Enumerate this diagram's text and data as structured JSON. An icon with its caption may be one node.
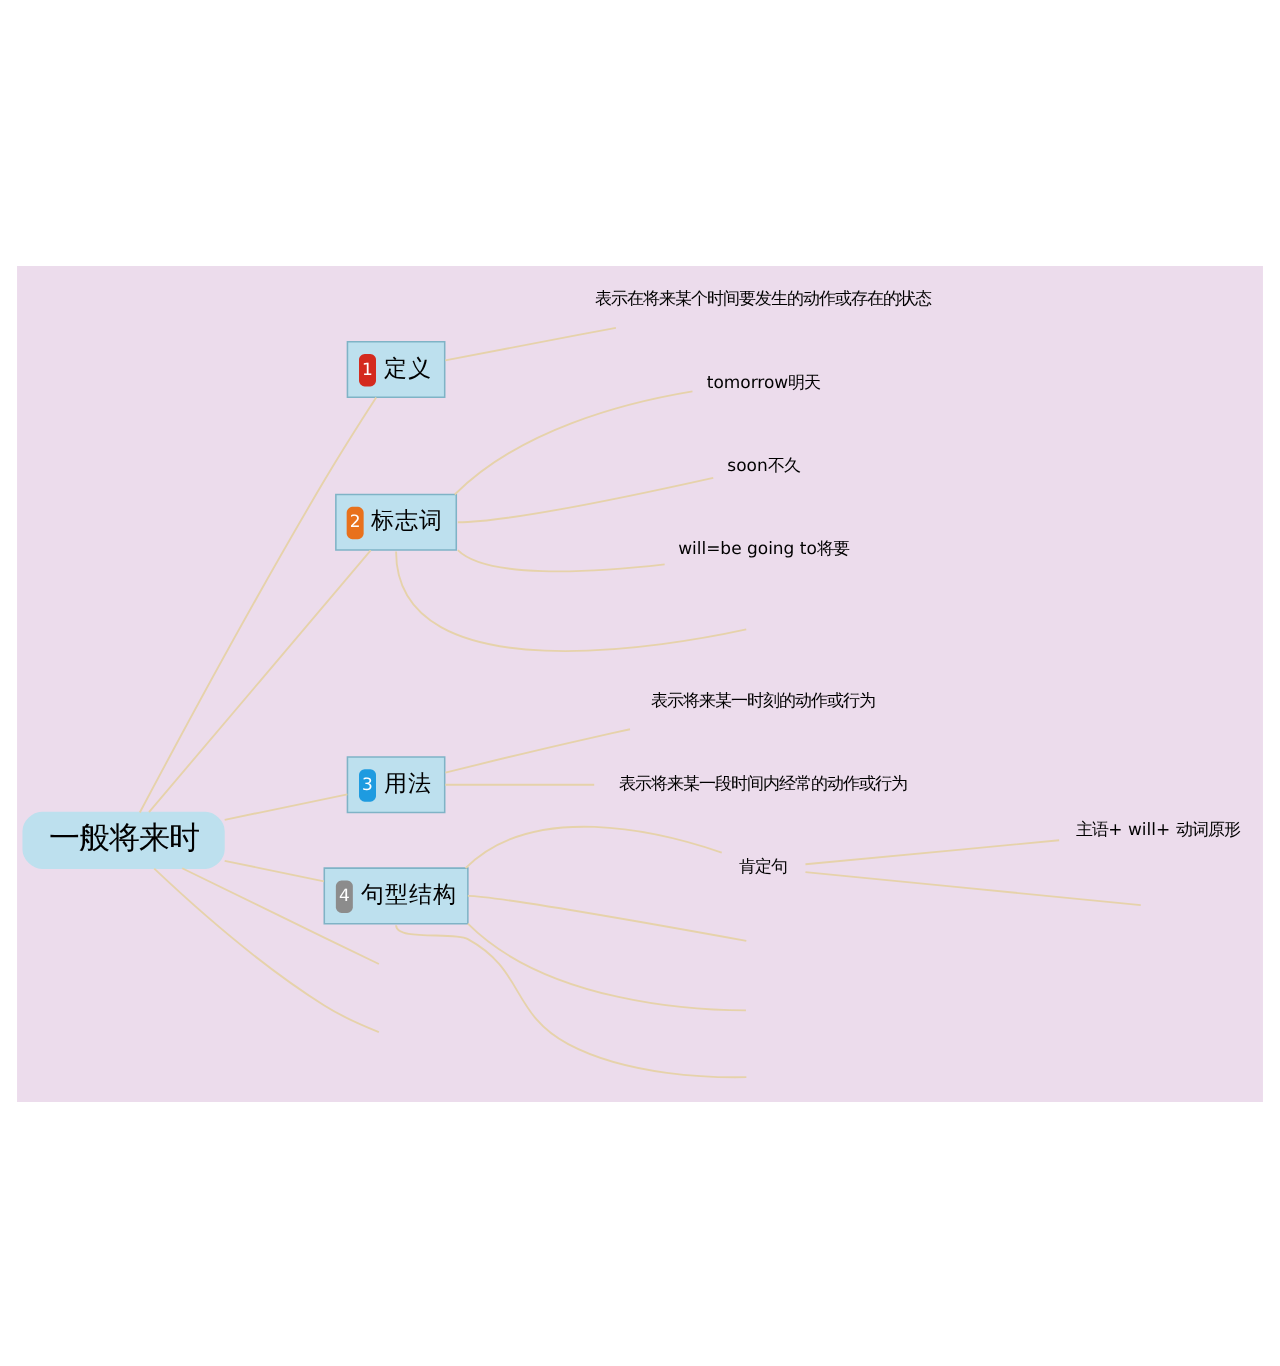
{
  "diagram": {
    "nodes": [
      {
        "text": [
          "一般将来时"
        ]
      },
      {
        "text": [
          "1",
          "定义"
        ]
      },
      {
        "text": [
          "表示在将来某个时间要发生的动作或存在的状态"
        ]
      },
      {
        "text": [
          "2",
          "标志词"
        ]
      },
      {
        "text": [
          "tomorrow明天"
        ]
      },
      {
        "text": [
          "soon不久"
        ]
      },
      {
        "text": [
          "will=be going to将要"
        ]
      },
      {
        "text": [
          "3",
          "用法"
        ]
      },
      {
        "text": [
          "表示将来某一时刻的动作或行为"
        ]
      },
      {
        "text": [
          "表示将来某一段时间内经常的动作或行为"
        ]
      },
      {
        "text": [
          "4",
          "句型结构"
        ]
      },
      {
        "text": [
          "肯定句"
        ]
      },
      {
        "text": [
          "主语+ will+ 动词原形"
        ]
      }
    ],
    "edges": [
      {
        "from": 0,
        "to": 1,
        "arrow": "none"
      },
      {
        "from": 1,
        "to": 2,
        "arrow": "none"
      },
      {
        "from": 0,
        "to": 3,
        "arrow": "none"
      },
      {
        "from": 3,
        "to": 4,
        "arrow": "none"
      },
      {
        "from": 3,
        "to": 5,
        "arrow": "none"
      },
      {
        "from": 3,
        "to": 6,
        "arrow": "none"
      },
      {
        "from": 3,
        "to": null,
        "arrow": "none"
      },
      {
        "from": 0,
        "to": 7,
        "arrow": "none"
      },
      {
        "from": 7,
        "to": 8,
        "arrow": "none"
      },
      {
        "from": 7,
        "to": 9,
        "arrow": "none"
      },
      {
        "from": 0,
        "to": 10,
        "arrow": "none"
      },
      {
        "from": 10,
        "to": 11,
        "arrow": "none"
      },
      {
        "from": 11,
        "to": 12,
        "arrow": "none"
      },
      {
        "from": 11,
        "to": null,
        "arrow": "none"
      },
      {
        "from": 10,
        "to": null,
        "arrow": "none"
      },
      {
        "from": 10,
        "to": null,
        "arrow": "none"
      },
      {
        "from": 10,
        "to": null,
        "arrow": "none"
      },
      {
        "from": 0,
        "to": null,
        "arrow": "none"
      },
      {
        "from": 0,
        "to": null,
        "arrow": "none"
      }
    ]
  }
}
